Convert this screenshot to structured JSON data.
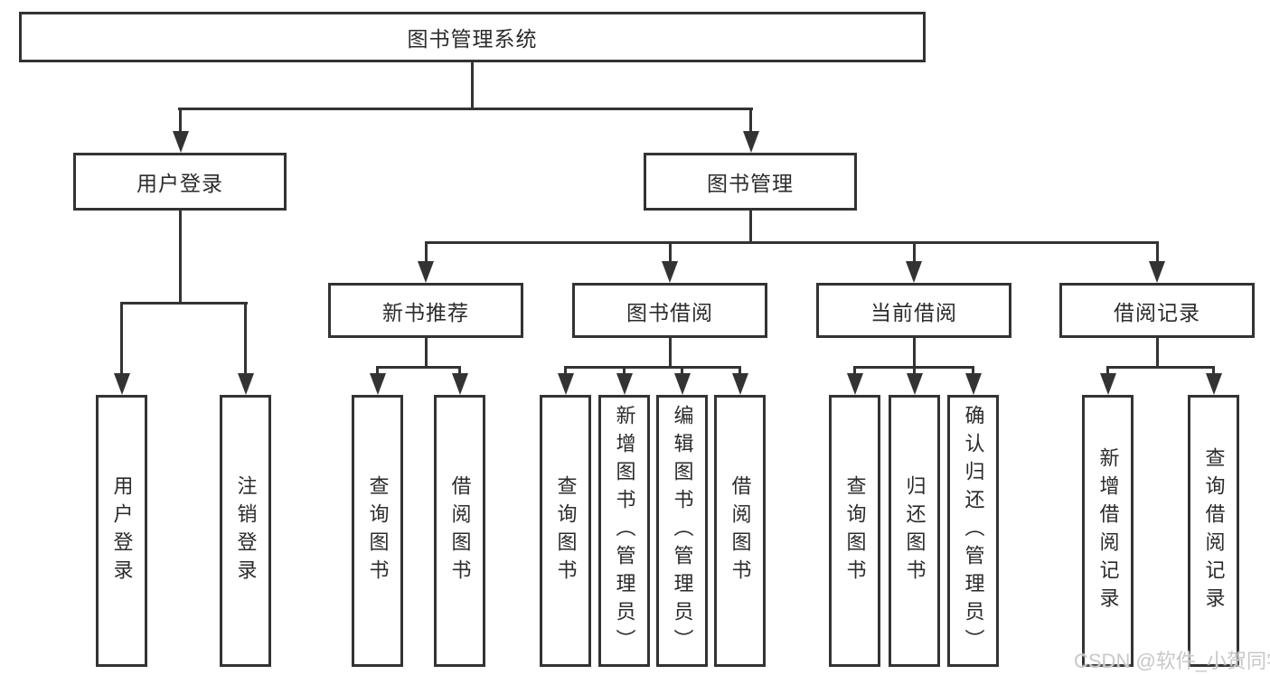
{
  "colors": {
    "line": "#333333",
    "text": "#2b2b2b",
    "watermark": "#c8c8c8",
    "background": "#ffffff"
  },
  "tree": {
    "root": "图书管理系统",
    "level2": [
      {
        "label": "用户登录",
        "children": [
          {
            "label": "用户登录"
          },
          {
            "label": "注销登录"
          }
        ]
      },
      {
        "label": "图书管理",
        "children": [
          {
            "label": "新书推荐",
            "children": [
              {
                "label": "查询图书"
              },
              {
                "label": "借阅图书"
              }
            ]
          },
          {
            "label": "图书借阅",
            "children": [
              {
                "label": "查询图书"
              },
              {
                "label": "新增图书（管理员）"
              },
              {
                "label": "编辑图书（管理员）"
              },
              {
                "label": "借阅图书"
              }
            ]
          },
          {
            "label": "当前借阅",
            "children": [
              {
                "label": "查询图书"
              },
              {
                "label": "归还图书"
              },
              {
                "label": "确认归还（管理员）"
              }
            ]
          },
          {
            "label": "借阅记录",
            "children": [
              {
                "label": "新增借阅记录"
              },
              {
                "label": "查询借阅记录"
              }
            ]
          }
        ]
      }
    ]
  },
  "watermark": "CSDN @软件_小贺同学"
}
